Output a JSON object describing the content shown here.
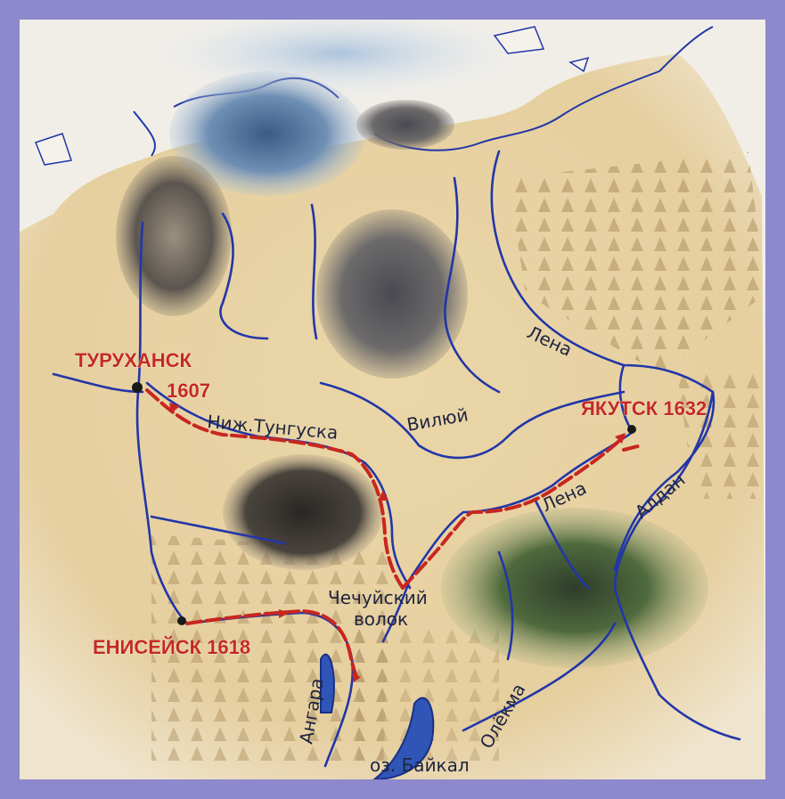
{
  "map": {
    "cities": [
      {
        "id": "turukhansk",
        "name": "ТУРУХАНСК",
        "year": "1607"
      },
      {
        "id": "yeniseysk",
        "name": "ЕНИСЕЙСК 1618"
      },
      {
        "id": "yakutsk",
        "name": "ЯКУТСК 1632"
      }
    ],
    "rivers": {
      "lena_north": "Лена",
      "lena_south": "Лена",
      "nizh_tunguska": "Ниж.Тунгуска",
      "viluy": "Вилюй",
      "aldan": "Алдан",
      "olekma": "Олёкма",
      "angara": "Ангара"
    },
    "portage_line1": "Чечуйский",
    "portage_line2": "волок",
    "lake": "оз. Байкал",
    "colors": {
      "frame": "#8d89cc",
      "land": "#e8d3a6",
      "river": "#2236a8",
      "route": "#c8261e",
      "city_label": "#c32a1f"
    },
    "icons": [
      "wolf-photo",
      "puffin-photo",
      "bear-photo",
      "dark-wolf-photo",
      "taiga-photo",
      "iceberg-photo"
    ]
  }
}
